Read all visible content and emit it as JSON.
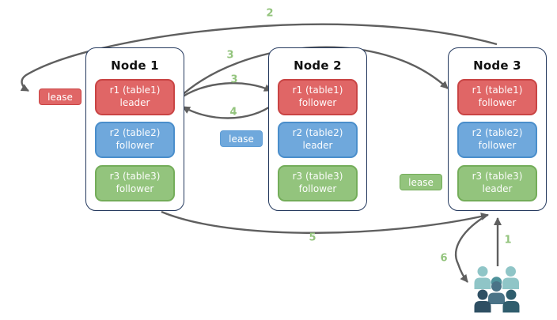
{
  "nodes": [
    {
      "title": "Node 1",
      "replicas": [
        {
          "label": "r1 (table1)",
          "role": "leader",
          "color_name": "red"
        },
        {
          "label": "r2 (table2)",
          "role": "follower",
          "color_name": "blue"
        },
        {
          "label": "r3 (table3)",
          "role": "follower",
          "color_name": "green"
        }
      ]
    },
    {
      "title": "Node 2",
      "replicas": [
        {
          "label": "r1 (table1)",
          "role": "follower",
          "color_name": "red"
        },
        {
          "label": "r2 (table2)",
          "role": "leader",
          "color_name": "blue"
        },
        {
          "label": "r3 (table3)",
          "role": "follower",
          "color_name": "green"
        }
      ]
    },
    {
      "title": "Node 3",
      "replicas": [
        {
          "label": "r1 (table1)",
          "role": "follower",
          "color_name": "red"
        },
        {
          "label": "r2 (table2)",
          "role": "follower",
          "color_name": "blue"
        },
        {
          "label": "r3 (table3)",
          "role": "leader",
          "color_name": "green"
        }
      ]
    }
  ],
  "leases": [
    {
      "label": "lease",
      "color_name": "red"
    },
    {
      "label": "lease",
      "color_name": "blue"
    },
    {
      "label": "lease",
      "color_name": "green"
    }
  ],
  "steps": {
    "s1": "1",
    "s2": "2",
    "s3a": "3",
    "s3b": "3",
    "s4": "4",
    "s5": "5",
    "s6": "6"
  },
  "icons": {
    "users": "users-icon"
  },
  "colors": {
    "red_fill": "#e06666",
    "red_border": "#c94444",
    "blue_fill": "#6fa8dc",
    "blue_border": "#4a8ecb",
    "green_fill": "#93c47d",
    "green_border": "#74ad5a",
    "node_border": "#24395e",
    "arrow": "#5f5f5f",
    "step_label": "#93c47d",
    "users_light": "#8fc5c7",
    "users_teal": "#4f929b",
    "users_slate": "#4a7387",
    "users_navy": "#2e4f63",
    "users_darkteal": "#2f5d6d"
  }
}
